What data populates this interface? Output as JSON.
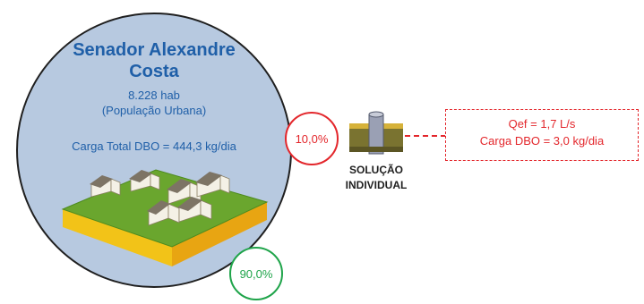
{
  "city": {
    "name": "Senador Alexandre Costa",
    "population": "8.228 hab",
    "population_label": "(População Urbana)",
    "total_load": "Carga Total DBO = 444,3 kg/dia"
  },
  "percentages": {
    "individual": "10,0%",
    "other": "90,0%"
  },
  "solution": {
    "line1": "SOLUÇÃO",
    "line2": "INDIVIDUAL"
  },
  "output": {
    "flow": "Qef = 1,7 L/s",
    "load": "Carga DBO = 3,0 kg/dia"
  },
  "colors": {
    "circle_fill": "#b7c9e0",
    "title_blue": "#1f5fa8",
    "red": "#e3262b",
    "green": "#1fa44a"
  },
  "icons": [
    "city-houses-icon",
    "septic-tank-icon"
  ]
}
